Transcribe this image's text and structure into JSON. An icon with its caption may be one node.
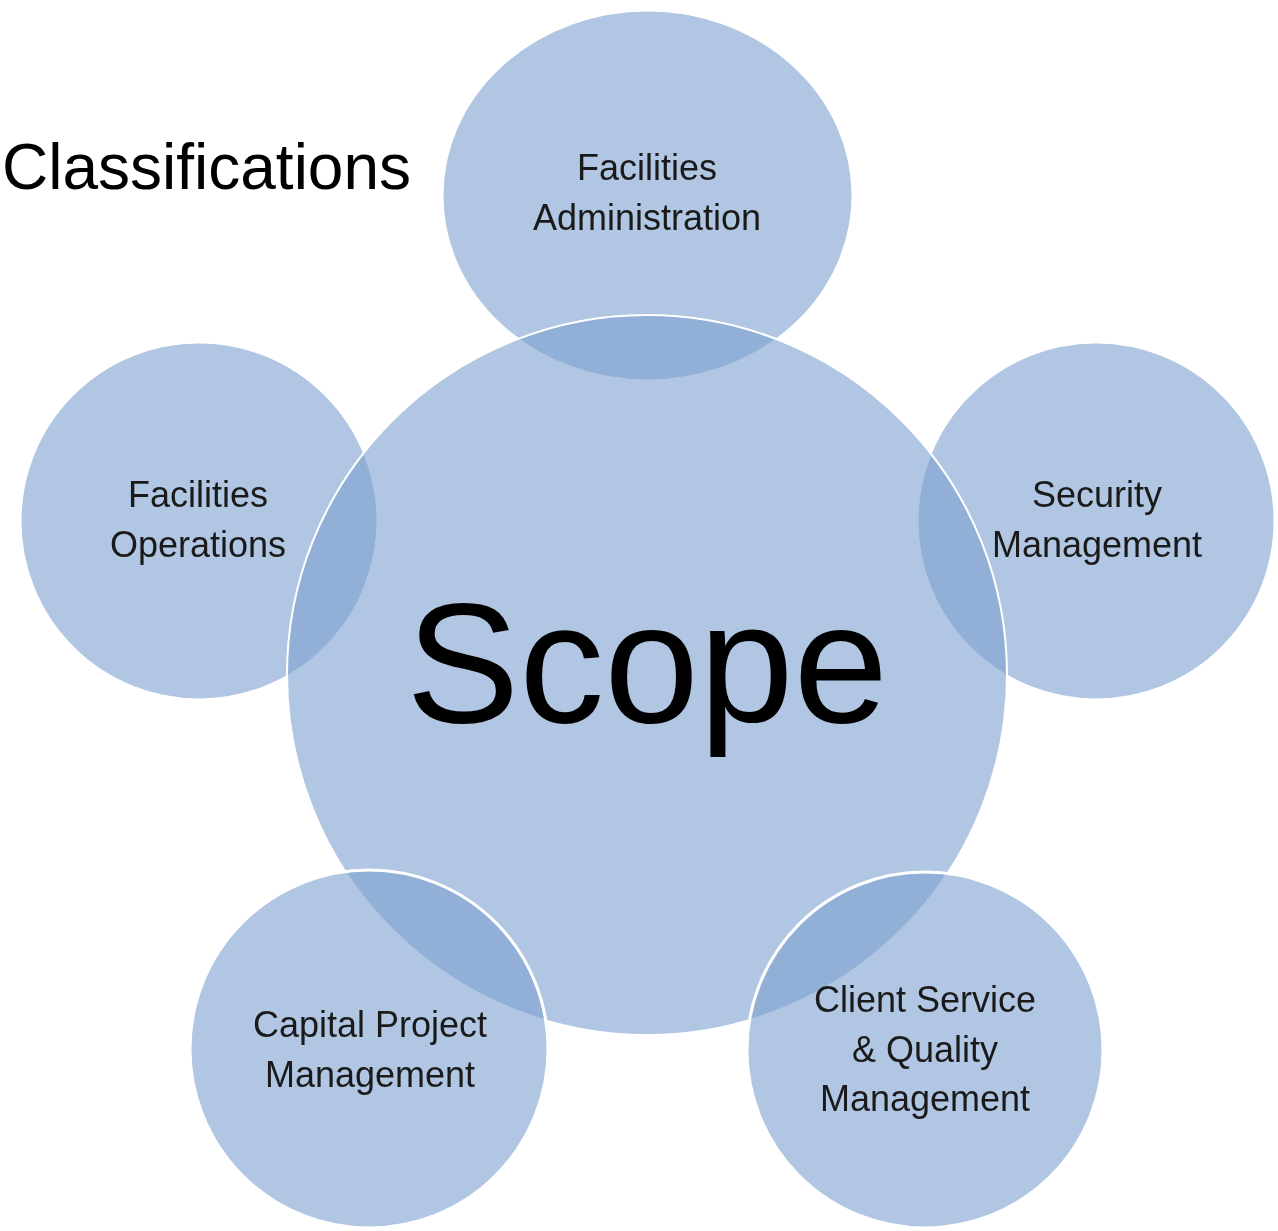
{
  "diagram": {
    "title": "Classifications",
    "nodes": [
      {
        "text": [
          "Facilities Administration"
        ]
      },
      {
        "text": [
          "Facilities Operations"
        ]
      },
      {
        "text": [
          "Security Management"
        ]
      },
      {
        "text": [
          "Scope"
        ]
      },
      {
        "text": [
          "Capital Project Management"
        ]
      },
      {
        "text": [
          "Client Service & Quality Management"
        ]
      }
    ],
    "edges": []
  }
}
